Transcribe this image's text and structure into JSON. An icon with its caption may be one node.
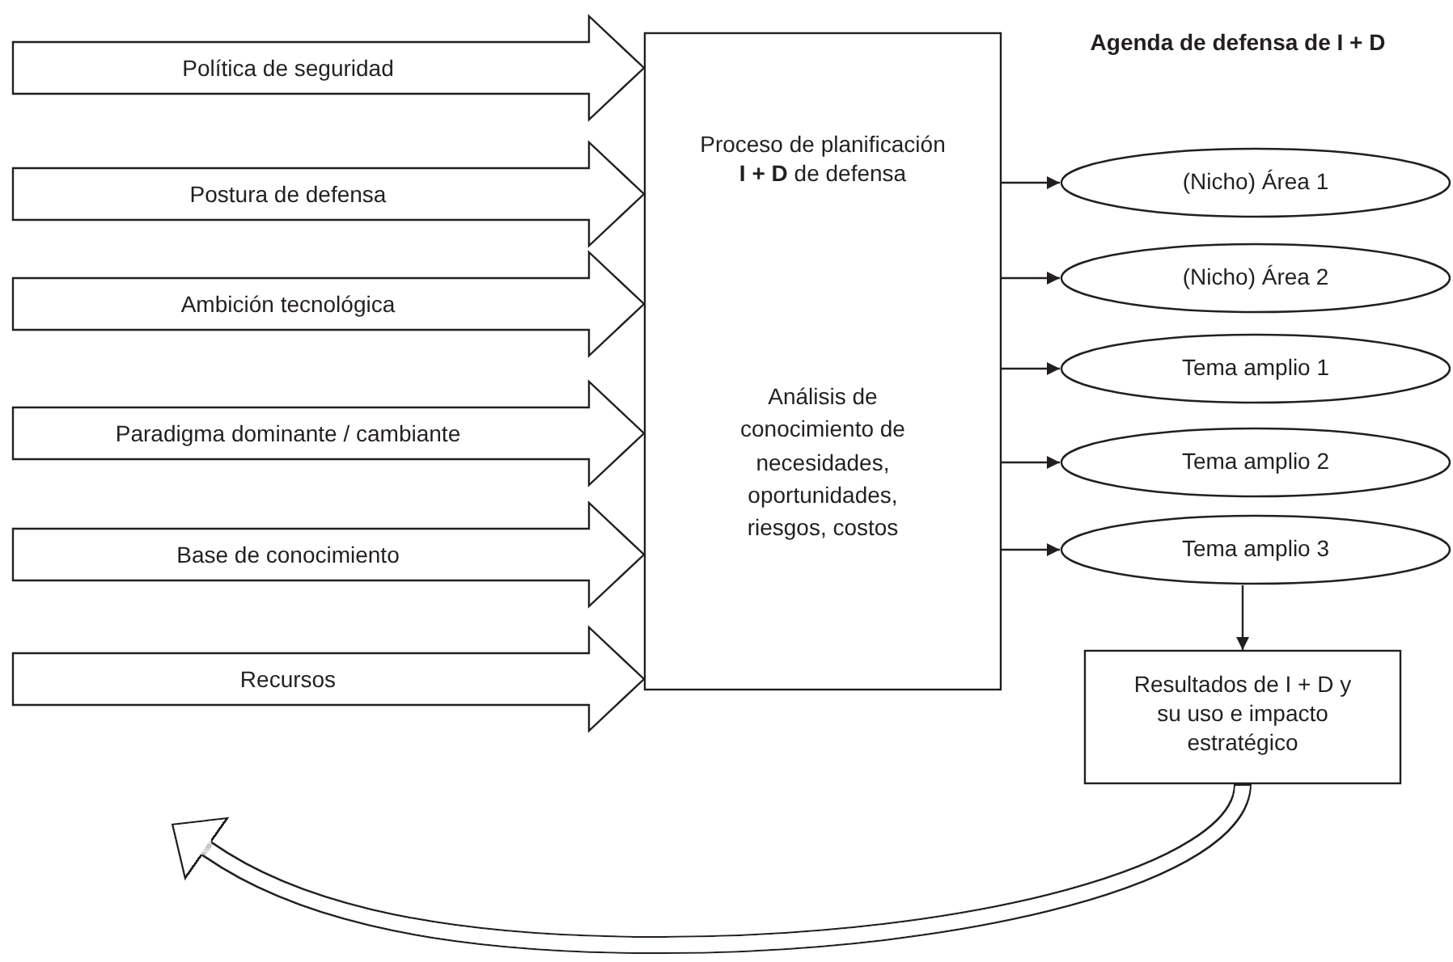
{
  "diagram": {
    "title": "Agenda de defensa de I + D",
    "nodes": [
      {
        "text": [
          "Proceso de planificación **I + D** de defensa",
          "Análisis de conocimiento de necesidades, oportunidades, riesgos, costos"
        ]
      },
      {
        "text": [
          "(Nicho) Área 1"
        ]
      },
      {
        "text": [
          "(Nicho) Área 2"
        ]
      },
      {
        "text": [
          "Tema amplio 1"
        ]
      },
      {
        "text": [
          "Tema amplio 2"
        ]
      },
      {
        "text": [
          "Tema amplio 3"
        ]
      },
      {
        "text": [
          "Resultados de I + D y su uso e impacto estratégico"
        ]
      }
    ],
    "edges": [
      {
        "from": null,
        "to": 0,
        "arrow": "to",
        "style": "thick",
        "label": "Política de seguridad"
      },
      {
        "from": null,
        "to": 0,
        "arrow": "to",
        "style": "thick",
        "label": "Postura de defensa"
      },
      {
        "from": null,
        "to": 0,
        "arrow": "to",
        "style": "thick",
        "label": "Ambición tecnológica"
      },
      {
        "from": null,
        "to": 0,
        "arrow": "to",
        "style": "thick",
        "label": "Paradigma dominante / cambiante"
      },
      {
        "from": null,
        "to": 0,
        "arrow": "to",
        "style": "thick",
        "label": "Base de conocimiento"
      },
      {
        "from": null,
        "to": 0,
        "arrow": "to",
        "style": "thick",
        "label": "Recursos"
      },
      {
        "from": 0,
        "to": 1,
        "arrow": "to"
      },
      {
        "from": 0,
        "to": 2,
        "arrow": "to"
      },
      {
        "from": 0,
        "to": 3,
        "arrow": "to"
      },
      {
        "from": 0,
        "to": 4,
        "arrow": "to"
      },
      {
        "from": 0,
        "to": 5,
        "arrow": "to"
      },
      {
        "from": 5,
        "to": 6,
        "arrow": "to"
      },
      {
        "from": 6,
        "to": null,
        "arrow": "to",
        "style": "thick"
      }
    ]
  }
}
